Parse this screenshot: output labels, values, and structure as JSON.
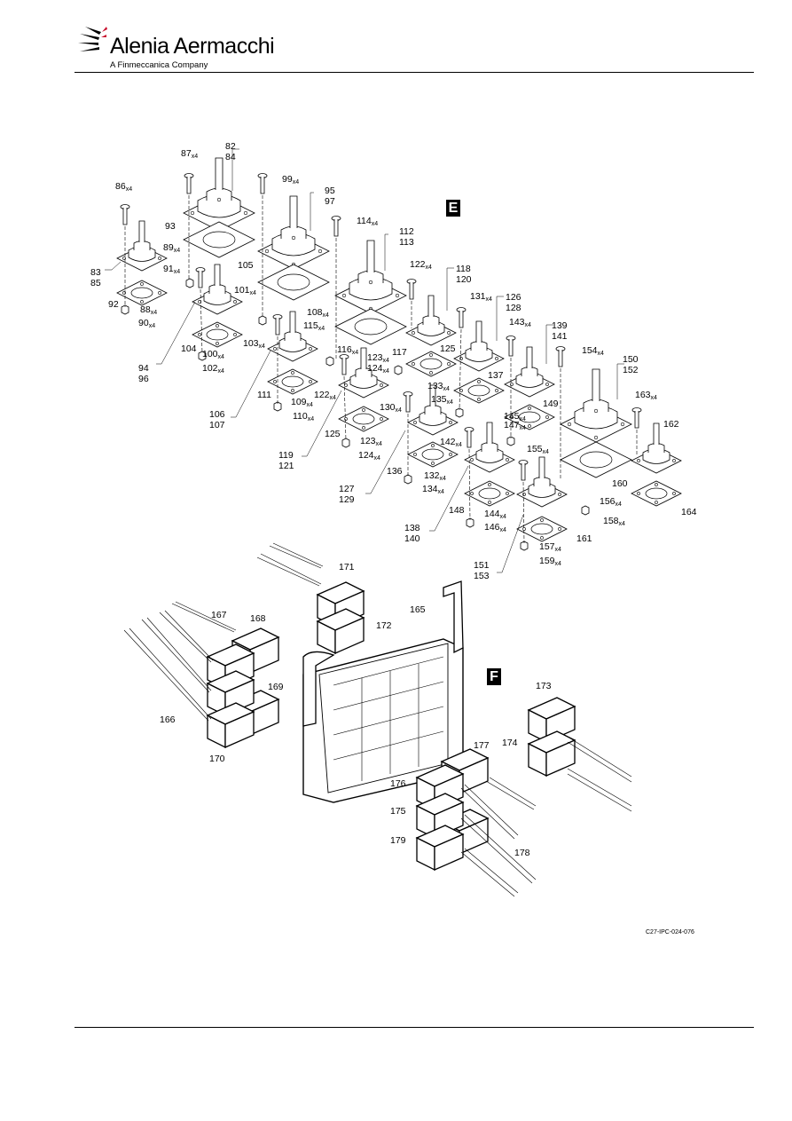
{
  "header": {
    "brand_name": "Alenia Aermacchi",
    "brand_sub": "A Finmeccanica Company"
  },
  "figure": {
    "view_e": "E",
    "view_f": "F",
    "figure_id": "C27-IPC-024-076"
  },
  "callouts": [
    {
      "id": "c82",
      "text": "82"
    },
    {
      "id": "c84",
      "text": "84"
    },
    {
      "id": "c87",
      "text": "87",
      "q": "x4"
    },
    {
      "id": "c99",
      "text": "99",
      "q": "x4"
    },
    {
      "id": "c86",
      "text": "86",
      "q": "x4"
    },
    {
      "id": "c95",
      "text": "95"
    },
    {
      "id": "c97",
      "text": "97"
    },
    {
      "id": "c93",
      "text": "93"
    },
    {
      "id": "c114",
      "text": "114",
      "q": "x4"
    },
    {
      "id": "c89",
      "text": "89",
      "q": "x4"
    },
    {
      "id": "c112",
      "text": "112"
    },
    {
      "id": "c113",
      "text": "113"
    },
    {
      "id": "c83",
      "text": "83"
    },
    {
      "id": "c85",
      "text": "85"
    },
    {
      "id": "c91",
      "text": "91",
      "q": "x4"
    },
    {
      "id": "c105",
      "text": "105"
    },
    {
      "id": "c122a",
      "text": "122",
      "q": "x4"
    },
    {
      "id": "c118",
      "text": "118"
    },
    {
      "id": "c120",
      "text": "120"
    },
    {
      "id": "c101",
      "text": "101",
      "q": "x4"
    },
    {
      "id": "c131",
      "text": "131",
      "q": "x4"
    },
    {
      "id": "c126",
      "text": "126"
    },
    {
      "id": "c128",
      "text": "128"
    },
    {
      "id": "c92",
      "text": "92"
    },
    {
      "id": "c88",
      "text": "88",
      "q": "x4"
    },
    {
      "id": "c108",
      "text": "108",
      "q": "x4"
    },
    {
      "id": "c90",
      "text": "90",
      "q": "x4"
    },
    {
      "id": "c115",
      "text": "115",
      "q": "x4"
    },
    {
      "id": "c143",
      "text": "143",
      "q": "x4"
    },
    {
      "id": "c139",
      "text": "139"
    },
    {
      "id": "c141",
      "text": "141"
    },
    {
      "id": "c103",
      "text": "103",
      "q": "x4"
    },
    {
      "id": "c125a",
      "text": "125"
    },
    {
      "id": "c104",
      "text": "104"
    },
    {
      "id": "c116",
      "text": "116",
      "q": "x4"
    },
    {
      "id": "c117",
      "text": "117"
    },
    {
      "id": "c154",
      "text": "154",
      "q": "x4"
    },
    {
      "id": "c100",
      "text": "100",
      "q": "x4"
    },
    {
      "id": "c123a",
      "text": "123",
      "q": "x4"
    },
    {
      "id": "c150",
      "text": "150"
    },
    {
      "id": "c152",
      "text": "152"
    },
    {
      "id": "c94",
      "text": "94"
    },
    {
      "id": "c102",
      "text": "102",
      "q": "x4"
    },
    {
      "id": "c124a",
      "text": "124",
      "q": "x4"
    },
    {
      "id": "c137",
      "text": "137"
    },
    {
      "id": "c96",
      "text": "96"
    },
    {
      "id": "c111",
      "text": "111"
    },
    {
      "id": "c133",
      "text": "133",
      "q": "x4"
    },
    {
      "id": "c122b",
      "text": "122",
      "q": "x4"
    },
    {
      "id": "c135",
      "text": "135",
      "q": "x4"
    },
    {
      "id": "c149",
      "text": "149"
    },
    {
      "id": "c163",
      "text": "163",
      "q": "x4"
    },
    {
      "id": "c109",
      "text": "109",
      "q": "x4"
    },
    {
      "id": "c130",
      "text": "130",
      "q": "x4"
    },
    {
      "id": "c106",
      "text": "106"
    },
    {
      "id": "c110",
      "text": "110",
      "q": "x4"
    },
    {
      "id": "c145",
      "text": "145",
      "q": "x4"
    },
    {
      "id": "c147",
      "text": "147",
      "q": "x4"
    },
    {
      "id": "c107",
      "text": "107"
    },
    {
      "id": "c162",
      "text": "162"
    },
    {
      "id": "c125b",
      "text": "125"
    },
    {
      "id": "c123b",
      "text": "123",
      "q": "x4"
    },
    {
      "id": "c142",
      "text": "142",
      "q": "x4"
    },
    {
      "id": "c124b",
      "text": "124",
      "q": "x4"
    },
    {
      "id": "c155",
      "text": "155",
      "q": "x4"
    },
    {
      "id": "c119",
      "text": "119"
    },
    {
      "id": "c121",
      "text": "121"
    },
    {
      "id": "c136",
      "text": "136"
    },
    {
      "id": "c132",
      "text": "132",
      "q": "x4"
    },
    {
      "id": "c160",
      "text": "160"
    },
    {
      "id": "c134",
      "text": "134",
      "q": "x4"
    },
    {
      "id": "c127",
      "text": "127"
    },
    {
      "id": "c156",
      "text": "156",
      "q": "x4"
    },
    {
      "id": "c129",
      "text": "129"
    },
    {
      "id": "c148",
      "text": "148"
    },
    {
      "id": "c144",
      "text": "144",
      "q": "x4"
    },
    {
      "id": "c164",
      "text": "164"
    },
    {
      "id": "c158",
      "text": "158",
      "q": "x4"
    },
    {
      "id": "c146",
      "text": "146",
      "q": "x4"
    },
    {
      "id": "c138",
      "text": "138"
    },
    {
      "id": "c140",
      "text": "140"
    },
    {
      "id": "c161",
      "text": "161"
    },
    {
      "id": "c157",
      "text": "157",
      "q": "x4"
    },
    {
      "id": "c151",
      "text": "151"
    },
    {
      "id": "c153",
      "text": "153"
    },
    {
      "id": "c159",
      "text": "159",
      "q": "x4"
    },
    {
      "id": "c171",
      "text": "171"
    },
    {
      "id": "c165",
      "text": "165"
    },
    {
      "id": "c167",
      "text": "167"
    },
    {
      "id": "c168",
      "text": "168"
    },
    {
      "id": "c172",
      "text": "172"
    },
    {
      "id": "c169",
      "text": "169"
    },
    {
      "id": "c173",
      "text": "173"
    },
    {
      "id": "c166",
      "text": "166"
    },
    {
      "id": "c174",
      "text": "174"
    },
    {
      "id": "c177",
      "text": "177"
    },
    {
      "id": "c170",
      "text": "170"
    },
    {
      "id": "c176",
      "text": "176"
    },
    {
      "id": "c175",
      "text": "175"
    },
    {
      "id": "c179",
      "text": "179"
    },
    {
      "id": "c178",
      "text": "178"
    }
  ]
}
